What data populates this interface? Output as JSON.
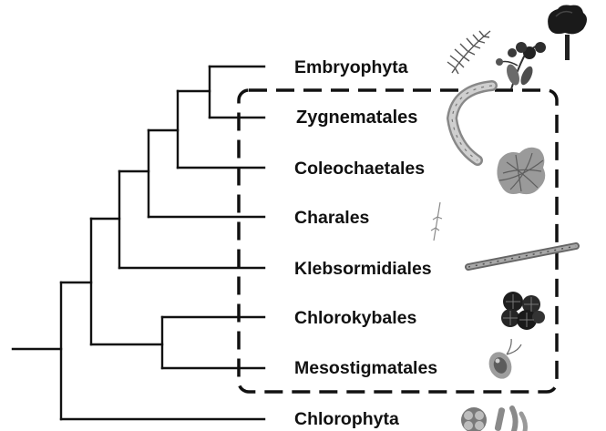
{
  "taxa": [
    {
      "name": "Embryophyta",
      "icon": "land-plant-icon"
    },
    {
      "name": "Zygnematales",
      "icon": "zygnematales-filament-icon"
    },
    {
      "name": "Coleochaetales",
      "icon": "coleochaete-disc-icon"
    },
    {
      "name": "Charales",
      "icon": "chara-stonewort-icon"
    },
    {
      "name": "Klebsormidiales",
      "icon": "klebsormidium-filament-icon"
    },
    {
      "name": "Chlorokybales",
      "icon": "chlorokybus-cluster-icon"
    },
    {
      "name": "Mesostigmatales",
      "icon": "mesostigma-flagellate-icon"
    },
    {
      "name": "Chlorophyta",
      "icon": "chlorophyta-cells-icon"
    }
  ],
  "colors": {
    "line": "#111111",
    "background": "#ffffff"
  }
}
